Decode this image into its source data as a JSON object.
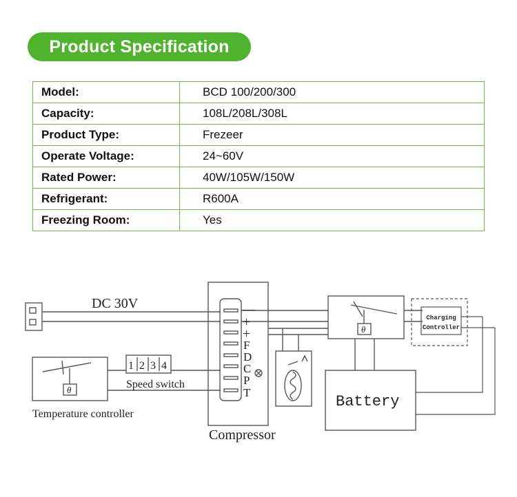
{
  "banner": {
    "title": "Product Specification"
  },
  "spec_rows": [
    {
      "label": "Model:",
      "value": "BCD 100/200/300"
    },
    {
      "label": "Capacity:",
      "value": "108L/208L/308L"
    },
    {
      "label": "Product Type:",
      "value": "Frezeer"
    },
    {
      "label": "Operate Voltage:",
      "value": "24~60V"
    },
    {
      "label": "Rated Power:",
      "value": "40W/105W/150W"
    },
    {
      "label": "Refrigerant:",
      "value": "R600A"
    },
    {
      "label": "Freezing Room:",
      "value": "Yes"
    }
  ],
  "diagram": {
    "dc_label": "DC 30V",
    "terminals": [
      "—",
      "+",
      "+",
      "F",
      "D",
      "C",
      "P",
      "T"
    ],
    "speed_switch_digits": [
      "1",
      "2",
      "3",
      "4"
    ],
    "speed_switch_label": "Speed switch",
    "temp_controller_label": "Temperature controller",
    "compressor_label": "Compressor",
    "battery_label": "Battery",
    "charging_controller_line1": "Charging",
    "charging_controller_line2": "Controller",
    "theta_symbol": "θ"
  }
}
